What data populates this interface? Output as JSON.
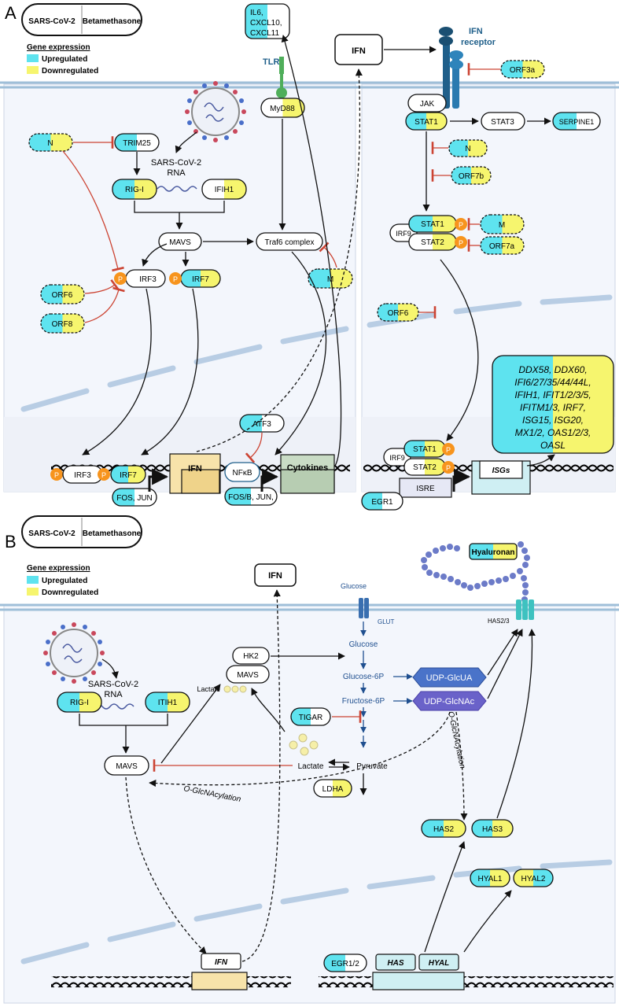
{
  "colors": {
    "up": "#5ee3ef",
    "down": "#f6f56e",
    "membrane": "#b9d4e6",
    "nucleus_bg": "#f2f4fb",
    "cytoplasm_bg": "#f4f7fc",
    "ifn_box": "#f7e3aa",
    "cytokines_box": "#c9dcc5",
    "isgs_box": "#cfeff3",
    "phospho": "#f7941d",
    "inhibit": "#cc4433",
    "rna_strand": "#7a2c8c",
    "dna_teal": "#1a6f7a",
    "glyco_blue": "#4a73c9"
  },
  "panelA": {
    "label": "A",
    "legend": {
      "sars": "SARS-CoV-2",
      "beta": "Betamethasone",
      "title": "Gene expression",
      "up": "Upregulated",
      "down": "Downregulated"
    },
    "il6": [
      "IL6,",
      "CXCL10,",
      "CXCL11"
    ],
    "ifn_top": "IFN",
    "ifn_receptor": [
      "IFN",
      "receptor"
    ],
    "orf3a": "ORF3a",
    "tlr": "TLR",
    "myd88": "MyD88",
    "jak": "JAK",
    "stat1": "STAT1",
    "stat3": "STAT3",
    "serpine1": "SERPINE1",
    "n": "N",
    "trim25": "TRIM25",
    "rna": [
      "SARS-CoV-2",
      "RNA"
    ],
    "rigi": "RIG-I",
    "ifih1": "IFIH1",
    "n2": "N",
    "orf7b": "ORF7b",
    "mavs": "MAVS",
    "traf6": "Traf6 complex",
    "irf9": "IRF9",
    "stat1b": "STAT1",
    "stat2": "STAT2",
    "p": "P",
    "m1": "M",
    "orf7a": "ORF7a",
    "irf3": "IRF3",
    "irf7": "IRF7",
    "m2": "M",
    "orf6": "ORF6",
    "orf8": "ORF8",
    "orf6b": "ORF6",
    "isg_list": [
      "DDX58, DDX60,",
      "IFI6/27/35/44/44L,",
      "IFIH1, IFIT1/2/3/5,",
      "IFITM1/3, IRF7,",
      "ISG15, ISG20,",
      "MX1/2, OAS1/2/3,",
      "OASL"
    ],
    "atf3": "ATF3",
    "irf3b": "IRF3",
    "irf7b": "IRF7",
    "ifn_gene": "IFN",
    "nfkb": "NFκB",
    "cytokines": "Cytokines",
    "fosjun": "FOS, JUN",
    "fosb": "FOS/B, JUN,",
    "irf9b": "IRF9",
    "stat1c": "STAT1",
    "stat2b": "STAT2",
    "isgs": "ISGs",
    "isre": "ISRE",
    "egr1": "EGR1"
  },
  "panelB": {
    "label": "B",
    "legend": {
      "sars": "SARS-CoV-2",
      "beta": "Betamethasone",
      "title": "Gene expression",
      "up": "Upregulated",
      "down": "Downregulated"
    },
    "ifn_top": "IFN",
    "glucose_ext": "Glucose",
    "glut": "GLUT",
    "hyaluronan": "Hyaluronan",
    "has23": "HAS2/3",
    "hk2": "HK2",
    "mavs_box": "MAVS",
    "lactate_top": "Lactate",
    "glucose": "Glucose",
    "g6p": "Glucose-6P",
    "f6p": "Fructose-6P",
    "udp_glcua": "UDP-GlcUA",
    "udp_glcnac": "UDP-GlcNAc",
    "tigar": "TIGAR",
    "rna": [
      "SARS-CoV-2",
      "RNA"
    ],
    "rigi": "RIG-I",
    "itih1": "ITIH1",
    "lactate": "Lactate",
    "pyruvate": "Pyruvate",
    "ldha": "LDHA",
    "mavs": "MAVS",
    "oglc1": "O-GlcNAcylation",
    "oglc2": "O-GlcNAcylation",
    "has2": "HAS2",
    "has3": "HAS3",
    "hyal1": "HYAL1",
    "hyal2": "HYAL2",
    "ifn_gene": "IFN",
    "egr12": "EGR1/2",
    "has": "HAS",
    "hyal": "HYAL"
  }
}
